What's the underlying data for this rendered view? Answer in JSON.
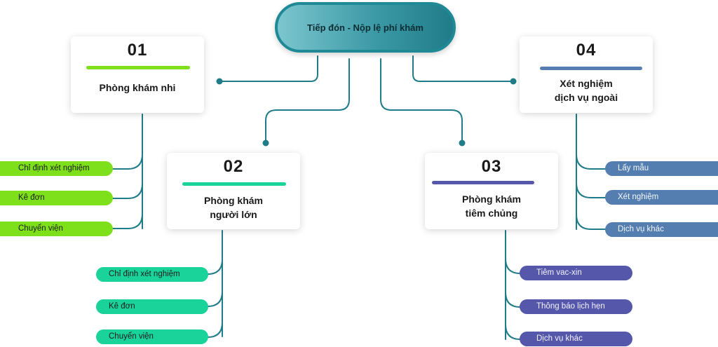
{
  "root": {
    "label": "Tiếp đón - Nộp lệ phí khám"
  },
  "branches": [
    {
      "number": "01",
      "title_lines": [
        "Phòng khám nhi"
      ],
      "color": "#7ee01a",
      "items": [
        "Chỉ định xét nghiệm",
        "Kê đơn",
        "Chuyển viện"
      ]
    },
    {
      "number": "02",
      "title_lines": [
        "Phòng khám",
        "người lớn"
      ],
      "color": "#19d39a",
      "items": [
        "Chỉ định xét nghiệm",
        "Kê đơn",
        "Chuyển viện"
      ]
    },
    {
      "number": "03",
      "title_lines": [
        "Phòng khám",
        "tiêm chủng"
      ],
      "color": "#5557ab",
      "items": [
        "Tiêm vac-xin",
        "Thông báo lịch hẹn",
        "Dịch vụ khác"
      ]
    },
    {
      "number": "04",
      "title_lines": [
        "Xét nghiệm",
        "dịch vụ ngoài"
      ],
      "color": "#557eb0",
      "items": [
        "Lấy mẫu",
        "Xét nghiệm",
        "Dịch vụ khác"
      ]
    }
  ],
  "connector_color": "#1f7c88"
}
